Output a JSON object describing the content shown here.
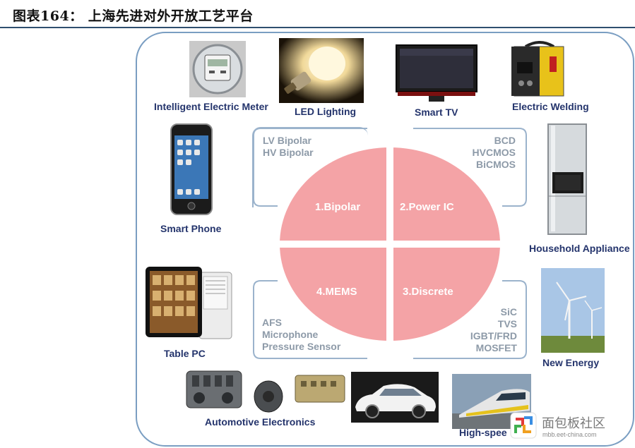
{
  "header": {
    "title": "图表164：   上海先进对外开放工艺平台"
  },
  "products": {
    "meter": "Intelligent Electric Meter",
    "led": "LED Lighting",
    "tv": "Smart TV",
    "welding": "Electric Welding",
    "phone": "Smart Phone",
    "appliance": "Household Appliance",
    "tablet": "Table PC",
    "energy": "New Energy",
    "auto": "Automotive Electronics",
    "rail": "High-spee"
  },
  "quadrants": [
    {
      "label": "1.Bipolar",
      "tech": [
        "LV Bipolar",
        "HV Bipolar"
      ]
    },
    {
      "label": "2.Power IC",
      "tech": [
        "BCD",
        "HVCMOS",
        "BiCMOS"
      ]
    },
    {
      "label": "3.Discrete",
      "tech": [
        "SiC",
        "TVS",
        "IGBT/FRD",
        "MOSFET"
      ]
    },
    {
      "label": "4.MEMS",
      "tech": [
        "AFS",
        "Microphone",
        "Pressure Sensor"
      ]
    }
  ],
  "watermark": {
    "name": "面包板社区",
    "url": "mbb.eet-china.com"
  },
  "colors": {
    "circle": "#f4a3a6",
    "label_text": "#24346c",
    "frame": "#7a9ec2"
  }
}
